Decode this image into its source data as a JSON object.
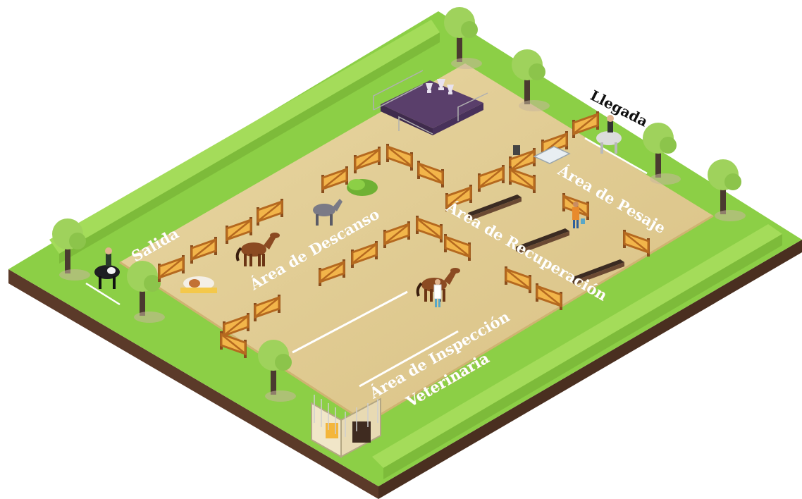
{
  "labels": {
    "salida": "Salida",
    "llegada": "Llegada",
    "descanso": "Área de Descanso",
    "pesaje": "Área de Pesaje",
    "recuperacion": "Área de Recuperación",
    "inspeccion_line1": "Área de Inspección",
    "inspeccion_line2": "Veterinaria"
  },
  "colors": {
    "arena": "#e2cd95",
    "arena_edge": "#d3bb7d",
    "grass_top": "#8ccf46",
    "grass_side": "#6fb134",
    "soil": "#5b3a29",
    "hedge": "#a4dc5a",
    "fence": "#c77a2e",
    "stage": "#5a3f6b",
    "label_text": "#ffffff"
  },
  "icons": [
    "tree-icon",
    "horse-icon",
    "rider-icon",
    "fence-icon",
    "trophy-icon",
    "stable-icon",
    "water-trough-icon",
    "hay-bale-icon",
    "scale-icon",
    "veterinarian-icon"
  ]
}
